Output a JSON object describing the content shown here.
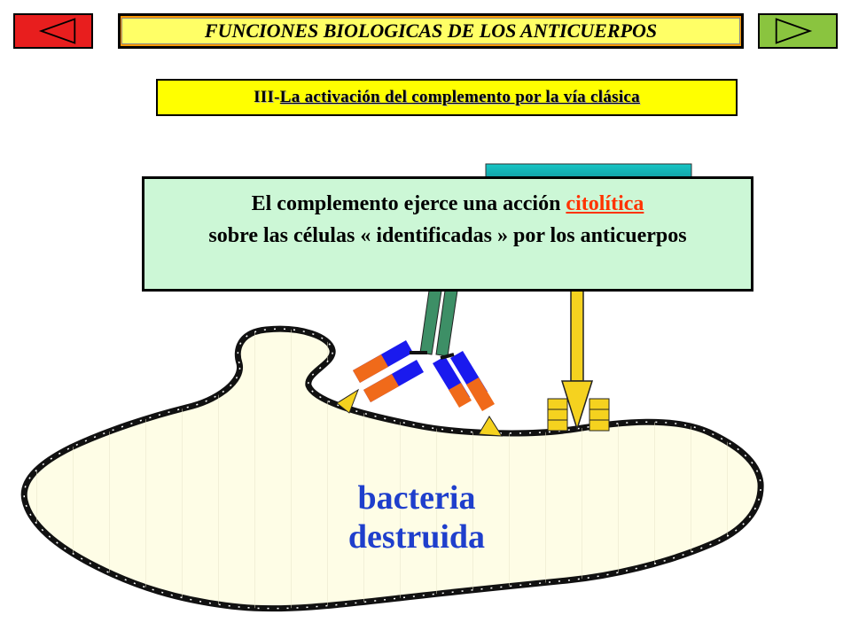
{
  "nav": {
    "prev_icon": "left-triangle-icon",
    "next_icon": "right-triangle-icon",
    "prev_color": "#e81e1e",
    "next_color": "#8ac43f"
  },
  "header": {
    "title": "FUNCIONES BIOLOGICAS DE LOS ANTICUERPOS"
  },
  "subtitle": {
    "prefix": "III- ",
    "text": "La activación del complemento por la vía clásica"
  },
  "note": {
    "line_start": "El complemento ejerce una acción ",
    "highlight": "citolítica",
    "line_end": "sobre las células « identificadas » por los anticuerpos"
  },
  "bacteria": {
    "line1": "bacteria",
    "line2": "destruida"
  },
  "colors": {
    "bacteria_fill": "#fefde6",
    "antibody_blue": "#1a1aee",
    "antibody_orange": "#f06a1a",
    "complement_stem": "#3d8f66",
    "arrow_yellow": "#f5d21f",
    "highlight": "#ff3300"
  }
}
